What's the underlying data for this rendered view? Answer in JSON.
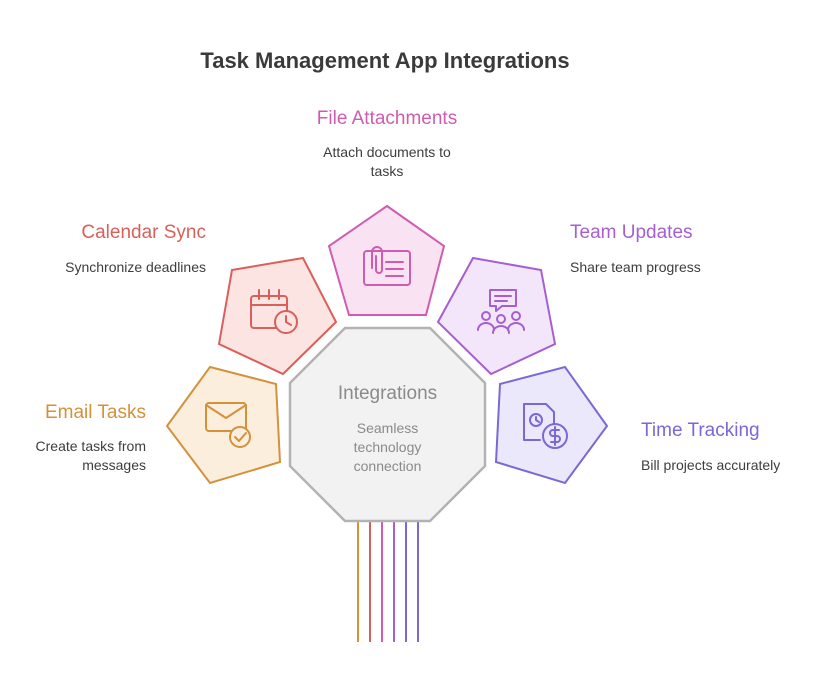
{
  "title": "Task Management App Integrations",
  "center": {
    "title": "Integrations",
    "description": "Seamless technology connection"
  },
  "items": [
    {
      "key": "email",
      "title": "Email Tasks",
      "description": "Create tasks from messages",
      "color": "#d4913c",
      "fill": "#fbeedd",
      "icon": "envelope-check-icon"
    },
    {
      "key": "calendar",
      "title": "Calendar Sync",
      "description": "Synchronize deadlines",
      "color": "#d9605a",
      "fill": "#fbe4e1",
      "icon": "calendar-clock-icon"
    },
    {
      "key": "files",
      "title": "File Attachments",
      "description": "Attach documents to tasks",
      "color": "#cf5cb0",
      "fill": "#f9e2f1",
      "icon": "paperclip-document-icon"
    },
    {
      "key": "team",
      "title": "Team Updates",
      "description": "Share team progress",
      "color": "#a65fd1",
      "fill": "#f3e6fb",
      "icon": "team-chat-icon"
    },
    {
      "key": "time",
      "title": "Time Tracking",
      "description": "Bill projects accurately",
      "color": "#7d67d4",
      "fill": "#ece8fb",
      "icon": "clock-dollar-document-icon"
    }
  ],
  "center_colors": {
    "fill": "#f2f2f2",
    "stroke": "#b3b3b3"
  }
}
